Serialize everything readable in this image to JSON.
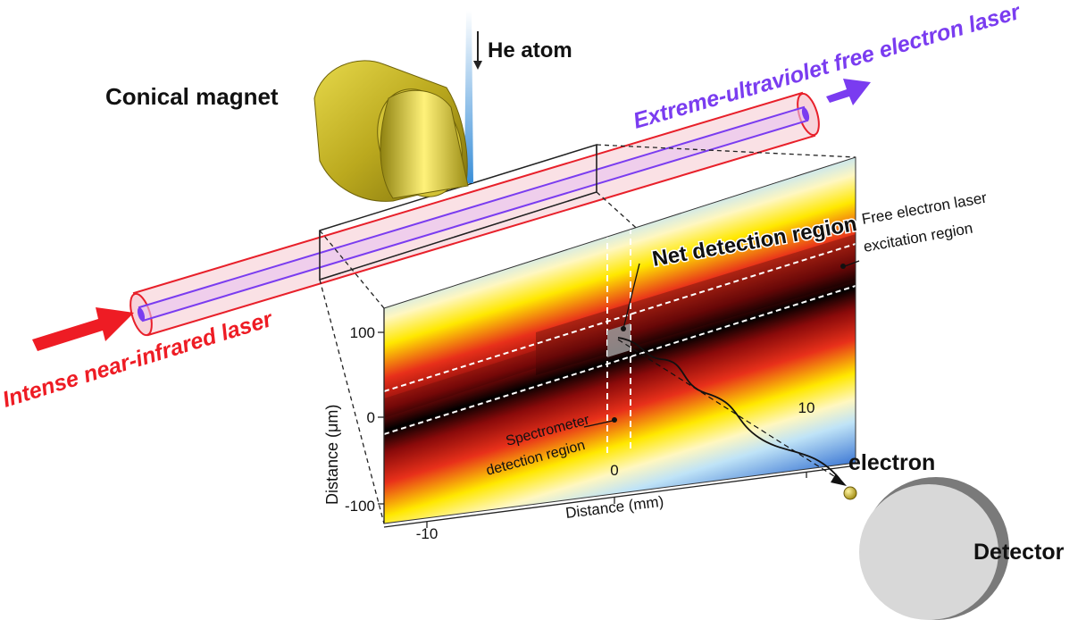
{
  "labels": {
    "he_atom": "He atom",
    "conical_magnet": "Conical magnet",
    "euv_laser": "Extreme-ultraviolet free electron laser",
    "nir_laser": "Intense near-infrared laser",
    "net_detection": "Net detection region",
    "fel_region_line1": "Free electron laser",
    "fel_region_line2": "excitation region",
    "spectrometer_line1": "Spectrometer",
    "spectrometer_line2": "detection region",
    "electron": "electron",
    "detector": "Detector"
  },
  "axes": {
    "y_label": "Distance (μm)",
    "x_label": "Distance (mm)",
    "y_ticks": [
      "100",
      "0",
      "-100"
    ],
    "x_ticks": [
      "-10",
      "0",
      "10"
    ]
  },
  "colors": {
    "nir_red": "#ee1c24",
    "euv_purple": "#7a3cf0",
    "magnet_gold": "#c8b82a",
    "heat_black": "#000000",
    "heat_red": "#cc1010",
    "heat_yellow": "#ffee00",
    "heat_blue": "#2a6fd6",
    "detector_grey": "#d9d9d9"
  }
}
